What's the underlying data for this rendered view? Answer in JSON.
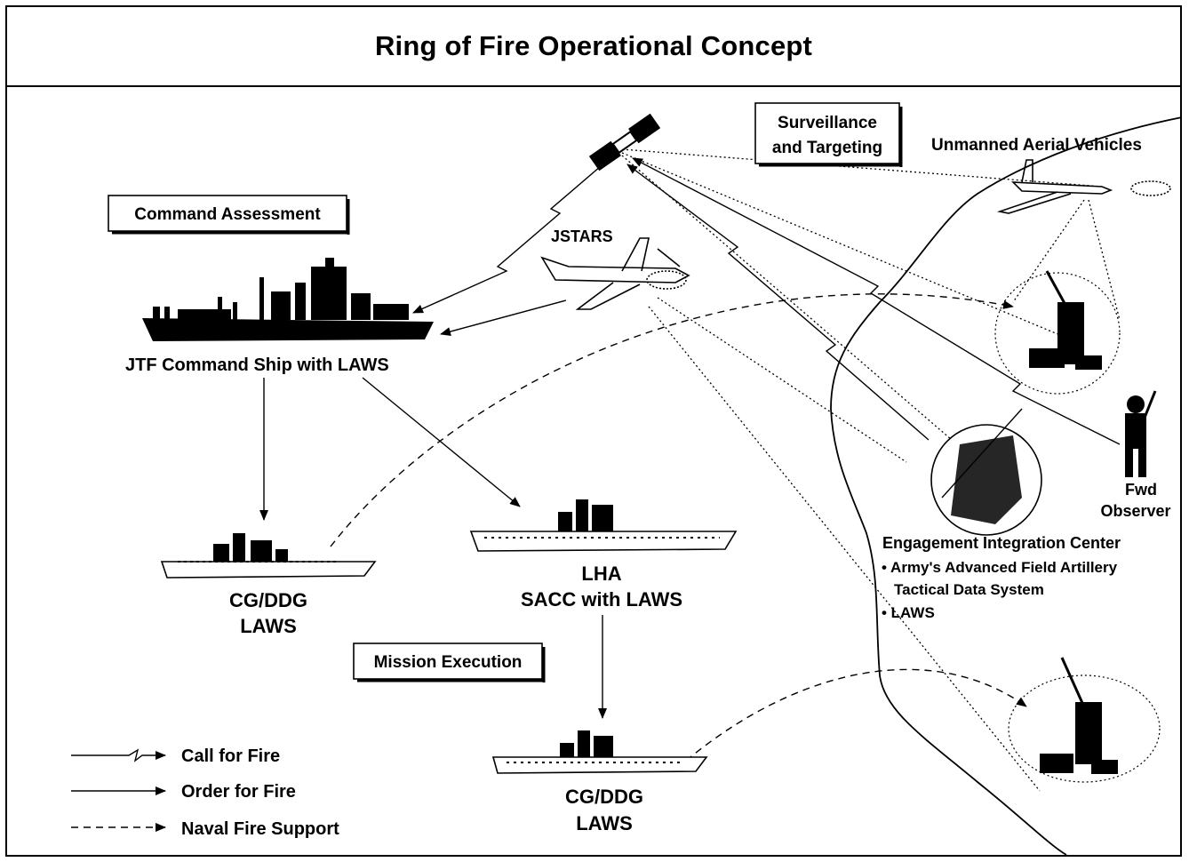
{
  "title": "Ring of Fire Operational Concept",
  "boxes": {
    "command_assessment": "Command Assessment",
    "surveillance_line1": "Surveillance",
    "surveillance_line2": "and Targeting",
    "mission_execution": "Mission Execution"
  },
  "labels": {
    "uav": "Unmanned Aerial Vehicles",
    "jstars": "JSTARS",
    "jtf_ship": "JTF Command Ship with LAWS",
    "cgddg1_line1": "CG/DDG",
    "cgddg1_line2": "LAWS",
    "lha_line1": "LHA",
    "lha_line2": "SACC with LAWS",
    "cgddg2_line1": "CG/DDG",
    "cgddg2_line2": "LAWS",
    "fwd_line1": "Fwd",
    "fwd_line2": "Observer",
    "eic_title": "Engagement Integration Center",
    "eic_item1_line1": "• Army's Advanced Field Artillery",
    "eic_item1_line2": "Tactical Data System",
    "eic_item2": "• LAWS"
  },
  "legend": {
    "call_for_fire": "Call for Fire",
    "order_for_fire": "Order for Fire",
    "naval_fire_support": "Naval Fire Support"
  },
  "colors": {
    "ink": "#000000",
    "background": "#ffffff"
  }
}
